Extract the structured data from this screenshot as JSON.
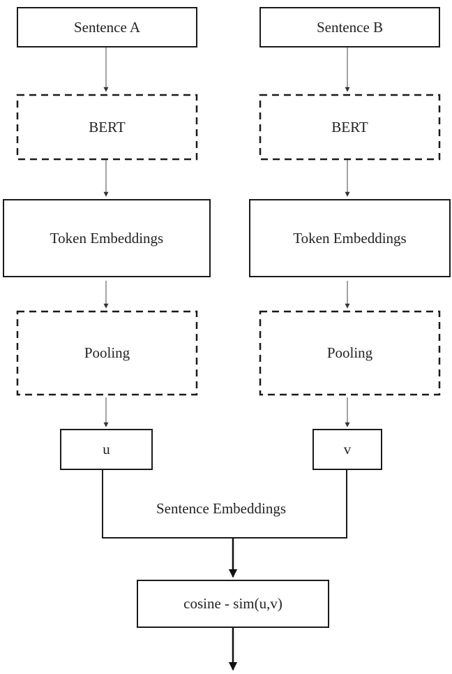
{
  "diagram": {
    "left": {
      "sentence": "Sentence A",
      "encoder": "BERT",
      "token_embeddings": "Token Embeddings",
      "pooling": "Pooling",
      "vector": "u"
    },
    "right": {
      "sentence": "Sentence B",
      "encoder": "BERT",
      "token_embeddings": "Token Embeddings",
      "pooling": "Pooling",
      "vector": "v"
    },
    "merge_label": "Sentence Embeddings",
    "output": "cosine - sim(u,v)"
  }
}
